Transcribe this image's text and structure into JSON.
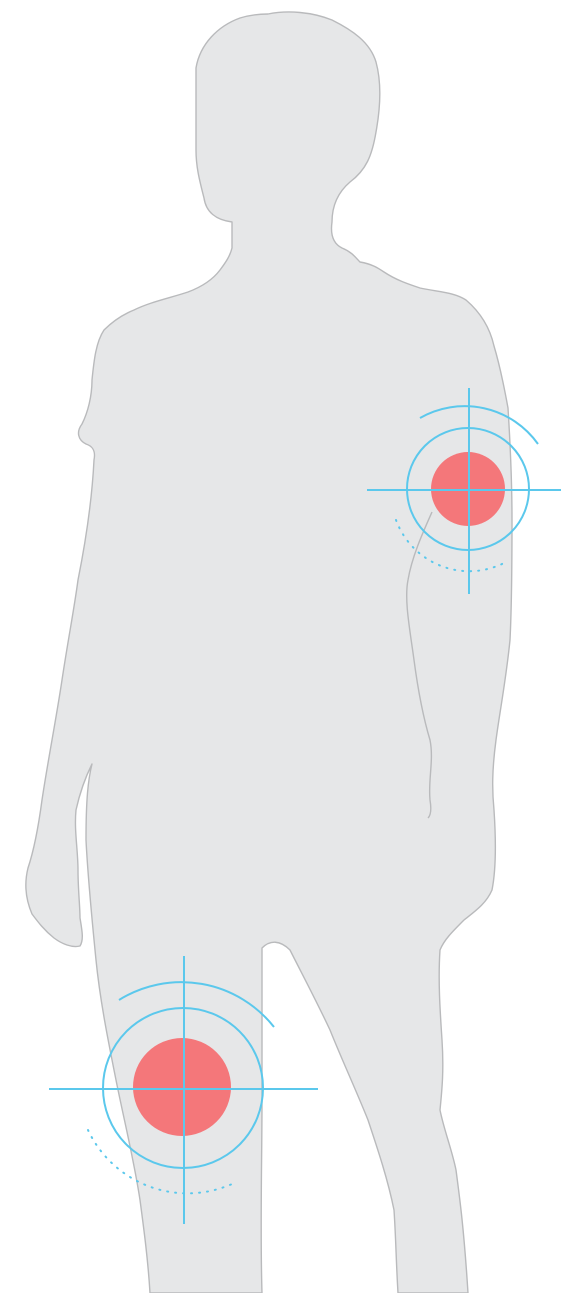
{
  "colors": {
    "background": "#ffffff",
    "silhouette_fill": "#e6e7e8",
    "silhouette_stroke": "#b9babc",
    "target_ring": "#5bc8ec",
    "target_dot": "#f4777a"
  },
  "icons": {
    "body": "person-silhouette-icon",
    "upper_target": "crosshair-target-icon",
    "lower_target": "crosshair-target-icon"
  },
  "targets": [
    {
      "name": "upper-arm-target",
      "region": "upper arm"
    },
    {
      "name": "thigh-target",
      "region": "thigh"
    }
  ]
}
